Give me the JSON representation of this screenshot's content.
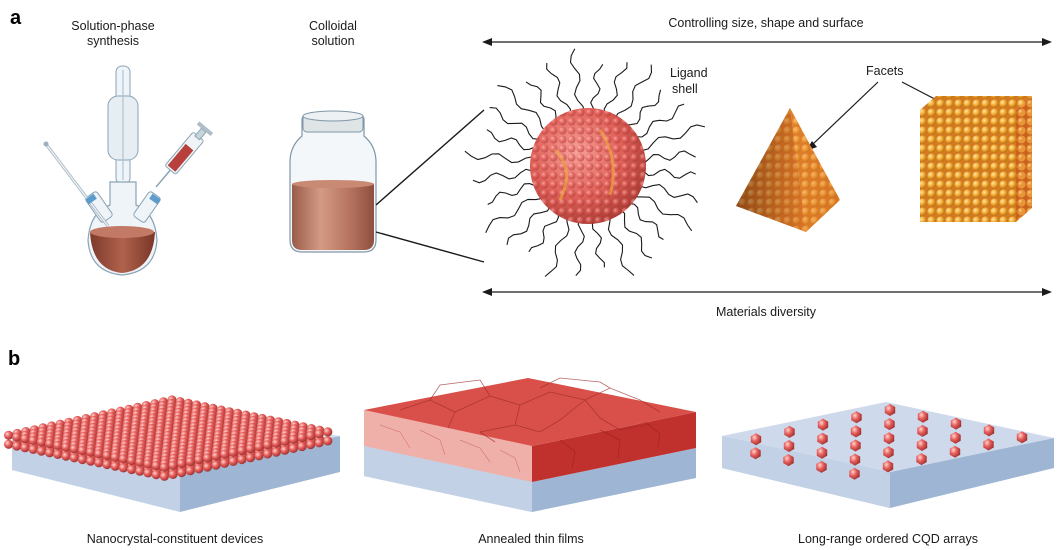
{
  "panel_a": {
    "letter": "a",
    "solution_phase_line1": "Solution-phase",
    "solution_phase_line2": "synthesis",
    "colloidal_line1": "Colloidal",
    "colloidal_line2": "solution",
    "controlling": "Controlling size, shape and surface",
    "ligand_line1": "Ligand",
    "ligand_line2": "shell",
    "facets": "Facets",
    "materials": "Materials diversity"
  },
  "panel_b": {
    "letter": "b",
    "captions": [
      "Nanocrystal-constituent devices",
      "Annealed thin films",
      "Long-range ordered CQD arrays"
    ]
  },
  "colors": {
    "particle": "#e8605e",
    "particle_dark": "#b8403c",
    "gold": "#f0a830",
    "substrate_top": "#c9d6ea",
    "substrate_side": "#9eb5d3",
    "film_top": "#d9504a",
    "film_side_light": "#f0b0aa",
    "film_side_dark": "#c0302c",
    "flask_liquid": "#a65a45",
    "jar_liquid": "#b8705a"
  }
}
